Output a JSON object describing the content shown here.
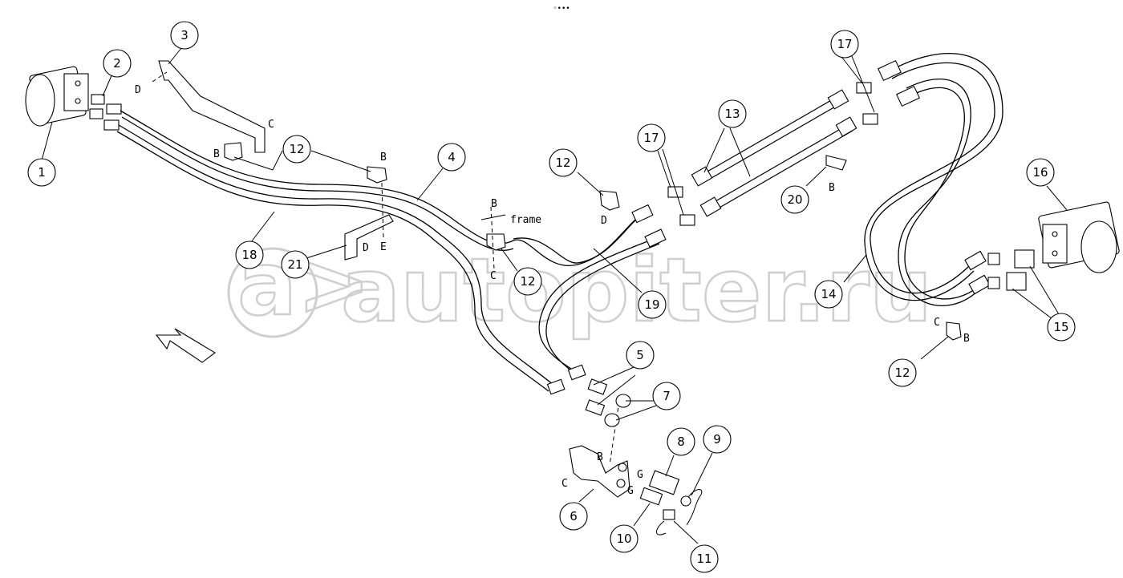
{
  "watermark": {
    "text": "autopiter.ru",
    "symbol": "a>"
  },
  "loader_dots": "◦•••",
  "callouts": [
    "1",
    "2",
    "3",
    "4",
    "5",
    "6",
    "7",
    "8",
    "9",
    "10",
    "11",
    "12",
    "12",
    "12",
    "12",
    "13",
    "14",
    "15",
    "16",
    "17",
    "17",
    "18",
    "19",
    "20",
    "21"
  ],
  "letters": {
    "D1": "D",
    "C1": "C",
    "B1": "B",
    "B2": "B",
    "E": "E",
    "D2": "D",
    "B3": "B",
    "frame": "frame",
    "C2": "C",
    "D3": "D",
    "B4": "B",
    "C3": "C",
    "B5": "B",
    "B6": "B",
    "C4": "C",
    "G1": "G",
    "G2": "G"
  }
}
